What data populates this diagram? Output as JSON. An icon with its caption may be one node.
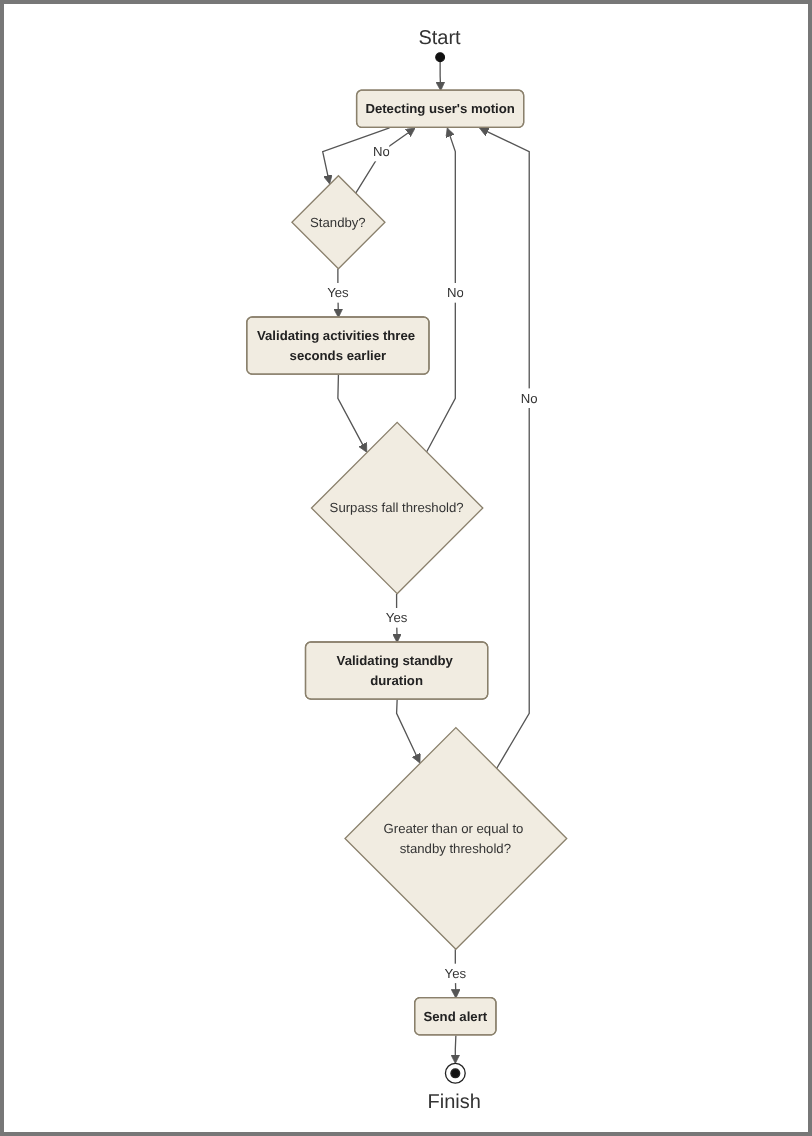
{
  "diagram": {
    "nodes": [
      {
        "text": [],
        "shape": "circle",
        "beside": [
          "Start"
        ]
      },
      {
        "text": [
          "Detecting user's motion"
        ]
      },
      {
        "text": [
          "Standby?"
        ]
      },
      {
        "text": [
          "Validating activities three seconds earlier"
        ]
      },
      {
        "text": [
          "Surpass fall threshold?"
        ]
      },
      {
        "text": [
          "Validating standby duration"
        ]
      },
      {
        "text": [
          "Greater than or equal to standby threshold?"
        ]
      },
      {
        "text": [
          "Send alert"
        ]
      },
      {
        "text": [],
        "shape": "circle",
        "beside": [
          "Finish"
        ]
      }
    ],
    "edges": [
      {
        "from": 0,
        "to": 1,
        "arrow": "to"
      },
      {
        "from": 1,
        "to": 2,
        "arrow": "to"
      },
      {
        "from": 2,
        "to": 1,
        "arrow": "to",
        "label": "No"
      },
      {
        "from": 2,
        "to": 3,
        "arrow": "to",
        "label": "Yes"
      },
      {
        "from": 3,
        "to": 4,
        "arrow": "to"
      },
      {
        "from": 4,
        "to": 1,
        "arrow": "to",
        "label": "No"
      },
      {
        "from": 4,
        "to": 5,
        "arrow": "to",
        "label": "Yes"
      },
      {
        "from": 5,
        "to": 6,
        "arrow": "to"
      },
      {
        "from": 6,
        "to": 1,
        "arrow": "to",
        "label": "No"
      },
      {
        "from": 6,
        "to": 7,
        "arrow": "to",
        "label": "Yes"
      },
      {
        "from": 7,
        "to": 8,
        "arrow": "to"
      }
    ]
  }
}
